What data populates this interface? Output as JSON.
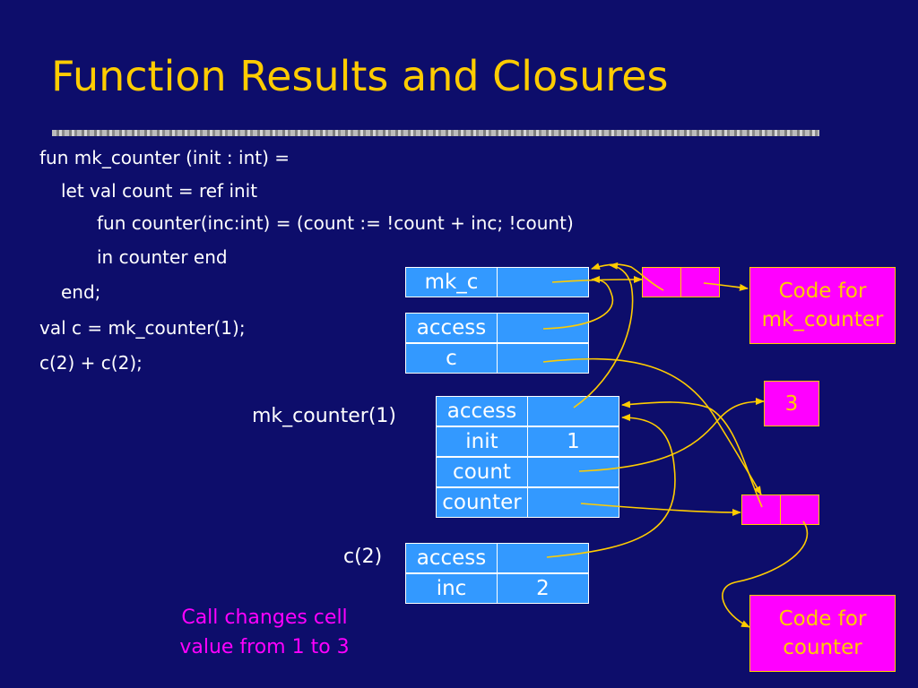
{
  "title": "Function Results and Closures",
  "code": [
    "fun mk_counter (init : int) =",
    "let val count = ref init",
    "fun counter(inc:int) = (count := !count + inc; !count)",
    "in  counter end",
    "end;",
    "val c = mk_counter(1);",
    "c(2) + c(2);"
  ],
  "frames": {
    "global": {
      "rows": [
        {
          "name": "mk_c",
          "value": ""
        },
        {
          "name": "access",
          "value": ""
        },
        {
          "name": "c",
          "value": ""
        }
      ]
    },
    "mk_counter_call": {
      "label": "mk_counter(1)",
      "rows": [
        {
          "name": "access",
          "value": ""
        },
        {
          "name": "init",
          "value": "1"
        },
        {
          "name": "count",
          "value": ""
        },
        {
          "name": "counter",
          "value": ""
        }
      ]
    },
    "c_call": {
      "label": "c(2)",
      "rows": [
        {
          "name": "access",
          "value": ""
        },
        {
          "name": "inc",
          "value": "2"
        }
      ]
    }
  },
  "heap": {
    "code_mk_counter": [
      "Code for",
      "mk_counter"
    ],
    "code_counter": [
      "Code for",
      "counter"
    ],
    "count_cell_value": "3"
  },
  "note": [
    "Call changes cell",
    "value from 1 to 3"
  ],
  "colors": {
    "background": "#0d0d6b",
    "title": "#ffcc00",
    "cell": "#3399ff",
    "closure": "#ff00ff",
    "arrow": "#ffcc00",
    "note": "#ff00ff"
  }
}
